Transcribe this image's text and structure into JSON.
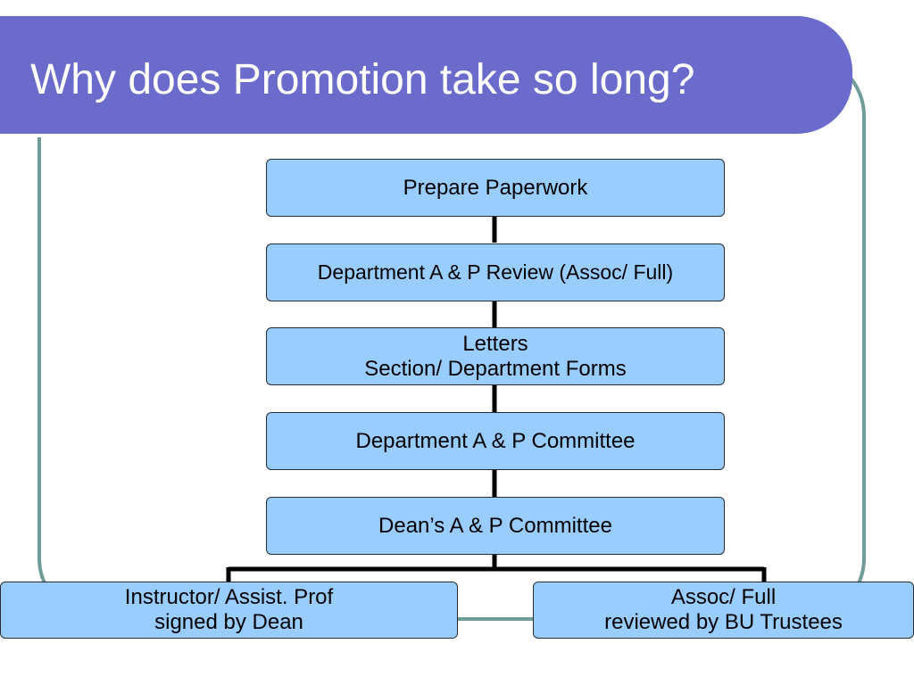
{
  "title": "Why does Promotion take so long?",
  "colors": {
    "title_band": "#6b6bcc",
    "frame": "#6f9b98",
    "box_fill": "#99ccff",
    "connector": "#000000"
  },
  "flow": {
    "steps": [
      {
        "lines": [
          "Prepare Paperwork"
        ]
      },
      {
        "lines": [
          "Department A & P Review (Assoc/ Full)"
        ]
      },
      {
        "lines": [
          "Letters",
          "Section/ Department Forms"
        ]
      },
      {
        "lines": [
          "Department A & P Committee"
        ]
      },
      {
        "lines": [
          "Dean’s A & P Committee"
        ]
      }
    ],
    "branches": [
      {
        "lines": [
          "Instructor/ Assist. Prof",
          "signed by Dean"
        ]
      },
      {
        "lines": [
          "Assoc/ Full",
          "reviewed by BU Trustees"
        ]
      }
    ]
  }
}
